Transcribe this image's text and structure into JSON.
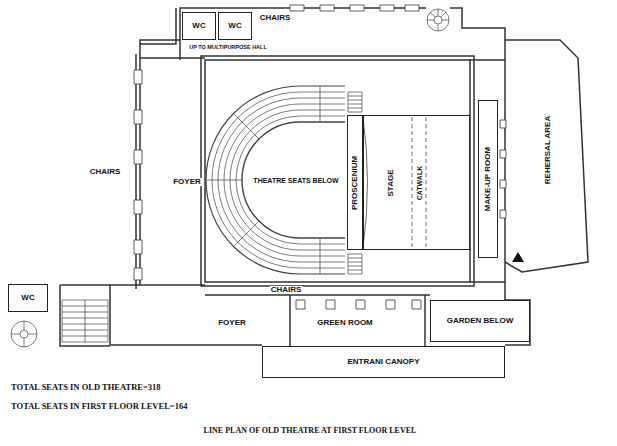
{
  "diagram": {
    "caption": "LINE PLAN OF OLD THEATRE AT FIRST FLOOR LEVEL",
    "nodes": [
      {
        "text": [
          "WC"
        ]
      },
      {
        "text": [
          "WC"
        ]
      },
      {
        "text": [
          "PROSCENIUM"
        ]
      },
      {
        "text": [
          "STAGE"
        ]
      },
      {
        "text": [
          "MAKE-UP ROOM"
        ]
      },
      {
        "text": [
          "WC"
        ]
      },
      {
        "text": [
          "GARDEN BELOW"
        ]
      },
      {
        "text": [
          "ENTRANI CANOPY"
        ]
      }
    ],
    "labels": [
      "CHAIRS",
      "UP TO MULTIPURPOSE HALL",
      "CHAIRS",
      "FOYER",
      "THEATRE SEATS BELOW",
      "CATWALK",
      "REHERSAL AREA",
      "CHAIRS",
      "FOYER",
      "GREEN ROOM",
      "TOTAL SEATS IN OLD THEATRE=318",
      "TOTAL SEATS IN FIRST FLOOR LEVEL=164"
    ]
  }
}
